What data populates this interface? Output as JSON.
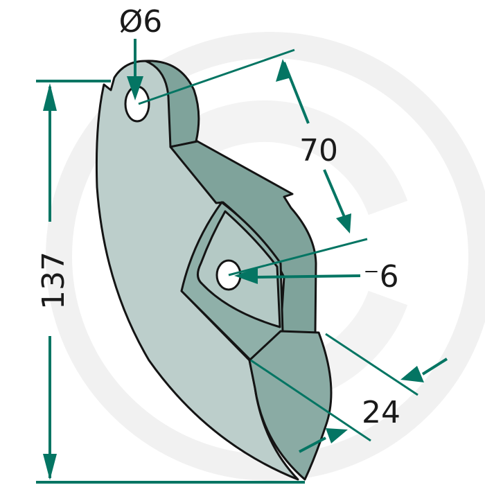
{
  "diagram": {
    "type": "technical-drawing",
    "subject": "tapered plough/cultivator wearing part with two bolt holes",
    "colors": {
      "background": "#ffffff",
      "watermark": "#f1f1f1",
      "dimension": "#047563",
      "outline": "#141414",
      "face_light": "#bccecb",
      "face_mid": "#a9bfbb",
      "face_dark": "#7fa39b",
      "face_darker": "#729890",
      "hole": "#ffffff",
      "text": "#1a1a1a"
    },
    "dimensions": {
      "top_hole_diameter": "Ø6",
      "hole_spacing": "70",
      "bottom_hole": "⁻6",
      "height": "137",
      "thickness": "24"
    }
  }
}
